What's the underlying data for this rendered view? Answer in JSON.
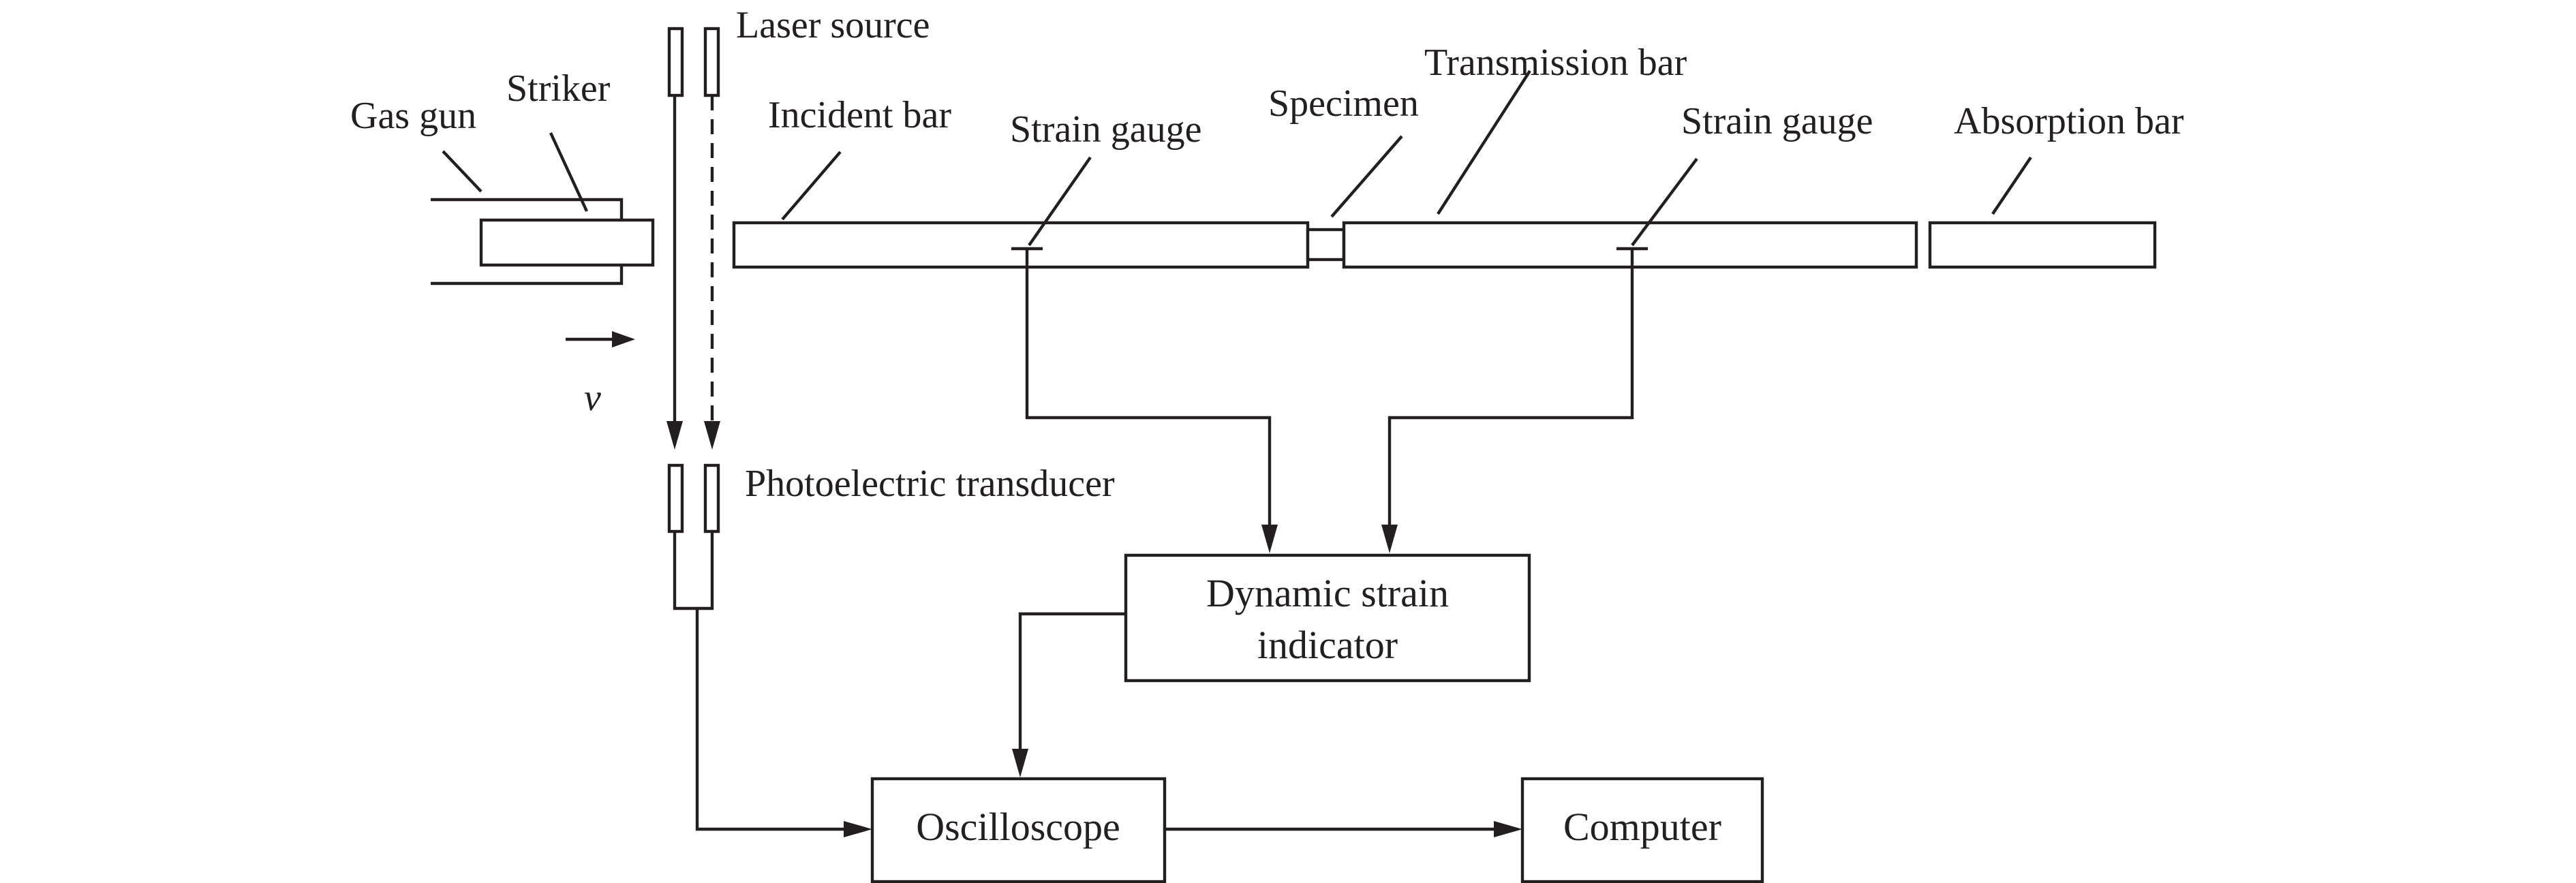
{
  "labels": {
    "laser_source": "Laser source",
    "gas_gun": "Gas gun",
    "striker": "Striker",
    "incident_bar": "Incident bar",
    "strain_gauge_left": "Strain gauge",
    "specimen": "Specimen",
    "transmission_bar": "Transmission bar",
    "strain_gauge_right": "Strain gauge",
    "absorption_bar": "Absorption bar",
    "velocity_symbol": "v",
    "photoelectric_transducer": "Photoelectric transducer",
    "dynamic_strain_line1": "Dynamic strain",
    "dynamic_strain_line2": "indicator",
    "oscilloscope": "Oscilloscope",
    "computer": "Computer"
  },
  "colors": {
    "stroke": "#231f20",
    "background": "#ffffff"
  }
}
